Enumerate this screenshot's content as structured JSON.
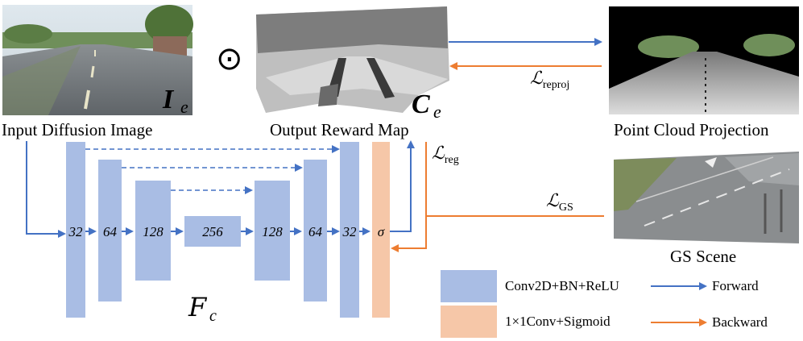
{
  "captions": {
    "input_image": "Input Diffusion Image",
    "output_map": "Output Reward Map",
    "point_cloud": "Point Cloud Projection",
    "gs_scene": "GS Scene"
  },
  "symbols": {
    "input_image": "I",
    "input_image_sub": "e",
    "output_map": "C",
    "output_map_sub": "e",
    "network": "F",
    "network_sub": "c",
    "hadamard": "⊙"
  },
  "losses": {
    "reproj_main": "ℒ",
    "reproj_sub": "reproj",
    "reg_main": "ℒ",
    "reg_sub": "reg",
    "gs_main": "ℒ",
    "gs_sub": "GS"
  },
  "network_blocks": [
    "32",
    "64",
    "128",
    "256",
    "128",
    "64",
    "32",
    "σ"
  ],
  "legend": {
    "conv_block": "Conv2D+BN+ReLU",
    "sigmoid_block": "1×1Conv+Sigmoid",
    "forward": "Forward",
    "backward": "Backward"
  },
  "colors": {
    "conv_block": "#a9bde4",
    "sigmoid_block": "#f6c7a8",
    "forward": "#4472c4",
    "backward": "#ed7d31"
  }
}
